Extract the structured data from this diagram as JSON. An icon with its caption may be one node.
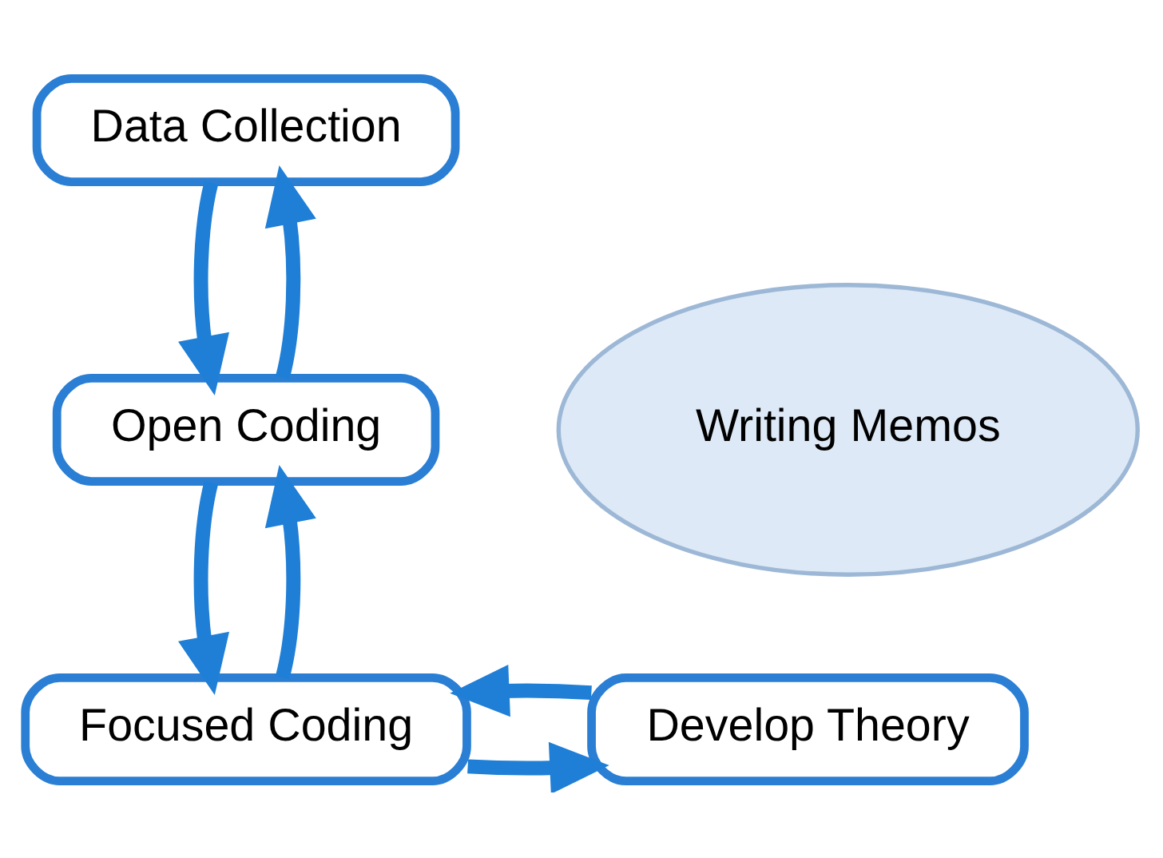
{
  "diagram": {
    "nodes": [
      {
        "text": [
          "Data Collection"
        ]
      },
      {
        "text": [
          "Open Coding"
        ]
      },
      {
        "text": [
          "Focused Coding"
        ]
      },
      {
        "text": [
          "Develop Theory"
        ]
      },
      {
        "text": [
          "Writing Memos"
        ]
      }
    ],
    "edges": [
      {
        "from": 1,
        "to": 0,
        "arrow": "to"
      },
      {
        "from": 0,
        "to": 1,
        "arrow": "to"
      },
      {
        "from": 2,
        "to": 1,
        "arrow": "to"
      },
      {
        "from": 1,
        "to": 2,
        "arrow": "to"
      },
      {
        "from": 2,
        "to": 3,
        "arrow": "to"
      },
      {
        "from": 3,
        "to": 2,
        "arrow": "to"
      }
    ]
  }
}
